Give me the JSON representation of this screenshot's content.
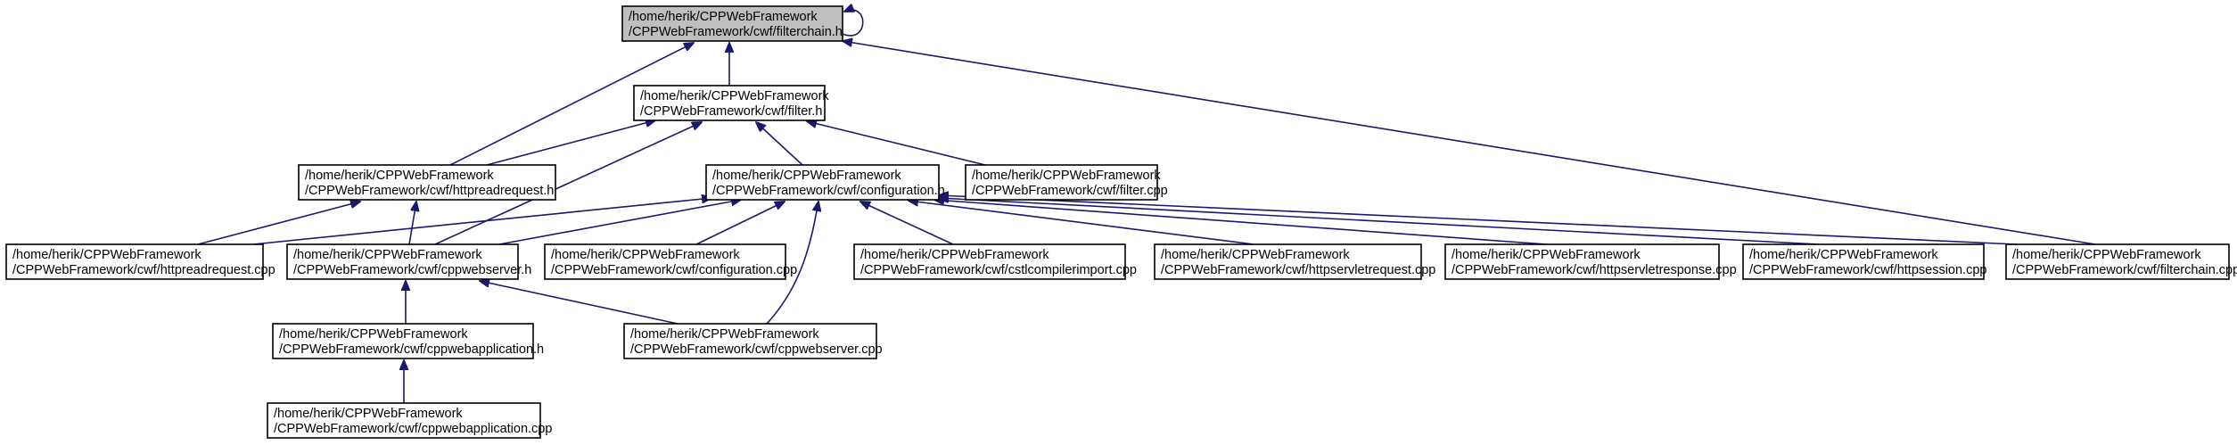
{
  "diagram": {
    "colors": {
      "edge": "#191970",
      "node_fill": "#ffffff",
      "root_fill": "#bfbfbf",
      "border": "#000000"
    },
    "nodes": [
      {
        "id": "filterchain_h",
        "line1": "/home/herik/CPPWebFramework",
        "line2": "/CPPWebFramework/cwf/filterchain.h",
        "highlighted": true
      },
      {
        "id": "filter_h",
        "line1": "/home/herik/CPPWebFramework",
        "line2": "/CPPWebFramework/cwf/filter.h"
      },
      {
        "id": "httpreadrequest_h",
        "line1": "/home/herik/CPPWebFramework",
        "line2": "/CPPWebFramework/cwf/httpreadrequest.h"
      },
      {
        "id": "configuration_h",
        "line1": "/home/herik/CPPWebFramework",
        "line2": "/CPPWebFramework/cwf/configuration.h"
      },
      {
        "id": "filter_cpp",
        "line1": "/home/herik/CPPWebFramework",
        "line2": "/CPPWebFramework/cwf/filter.cpp"
      },
      {
        "id": "httpreadrequest_cpp",
        "line1": "/home/herik/CPPWebFramework",
        "line2": "/CPPWebFramework/cwf/httpreadrequest.cpp"
      },
      {
        "id": "cppwebserver_h",
        "line1": "/home/herik/CPPWebFramework",
        "line2": "/CPPWebFramework/cwf/cppwebserver.h"
      },
      {
        "id": "configuration_cpp",
        "line1": "/home/herik/CPPWebFramework",
        "line2": "/CPPWebFramework/cwf/configuration.cpp"
      },
      {
        "id": "cstlcompilerimport_cpp",
        "line1": "/home/herik/CPPWebFramework",
        "line2": "/CPPWebFramework/cwf/cstlcompilerimport.cpp"
      },
      {
        "id": "httpservletrequest_cpp",
        "line1": "/home/herik/CPPWebFramework",
        "line2": "/CPPWebFramework/cwf/httpservletrequest.cpp"
      },
      {
        "id": "httpservletresponse_cpp",
        "line1": "/home/herik/CPPWebFramework",
        "line2": "/CPPWebFramework/cwf/httpservletresponse.cpp"
      },
      {
        "id": "httpsession_cpp",
        "line1": "/home/herik/CPPWebFramework",
        "line2": "/CPPWebFramework/cwf/httpsession.cpp"
      },
      {
        "id": "filterchain_cpp",
        "line1": "/home/herik/CPPWebFramework",
        "line2": "/CPPWebFramework/cwf/filterchain.cpp"
      },
      {
        "id": "cppwebapplication_h",
        "line1": "/home/herik/CPPWebFramework",
        "line2": "/CPPWebFramework/cwf/cppwebapplication.h"
      },
      {
        "id": "cppwebserver_cpp",
        "line1": "/home/herik/CPPWebFramework",
        "line2": "/CPPWebFramework/cwf/cppwebserver.cpp"
      },
      {
        "id": "cppwebapplication_cpp",
        "line1": "/home/herik/CPPWebFramework",
        "line2": "/CPPWebFramework/cwf/cppwebapplication.cpp"
      }
    ],
    "edges": [
      {
        "from": "filterchain_h",
        "to": "filterchain_h"
      },
      {
        "from": "filter_h",
        "to": "filterchain_h"
      },
      {
        "from": "httpreadrequest_h",
        "to": "filterchain_h"
      },
      {
        "from": "filterchain_cpp",
        "to": "filterchain_h"
      },
      {
        "from": "httpreadrequest_h",
        "to": "filter_h"
      },
      {
        "from": "configuration_h",
        "to": "filter_h"
      },
      {
        "from": "filter_cpp",
        "to": "filter_h"
      },
      {
        "from": "cppwebserver_h",
        "to": "filter_h"
      },
      {
        "from": "httpreadrequest_cpp",
        "to": "httpreadrequest_h"
      },
      {
        "from": "cppwebserver_h",
        "to": "httpreadrequest_h"
      },
      {
        "from": "httpreadrequest_cpp",
        "to": "configuration_h"
      },
      {
        "from": "cppwebserver_h",
        "to": "configuration_h"
      },
      {
        "from": "configuration_cpp",
        "to": "configuration_h"
      },
      {
        "from": "cstlcompilerimport_cpp",
        "to": "configuration_h"
      },
      {
        "from": "httpservletrequest_cpp",
        "to": "configuration_h"
      },
      {
        "from": "httpservletresponse_cpp",
        "to": "configuration_h"
      },
      {
        "from": "httpsession_cpp",
        "to": "configuration_h"
      },
      {
        "from": "filterchain_cpp",
        "to": "configuration_h"
      },
      {
        "from": "cppwebserver_cpp",
        "to": "configuration_h"
      },
      {
        "from": "cppwebapplication_h",
        "to": "cppwebserver_h"
      },
      {
        "from": "cppwebserver_cpp",
        "to": "cppwebserver_h"
      },
      {
        "from": "cppwebapplication_cpp",
        "to": "cppwebapplication_h"
      }
    ]
  }
}
